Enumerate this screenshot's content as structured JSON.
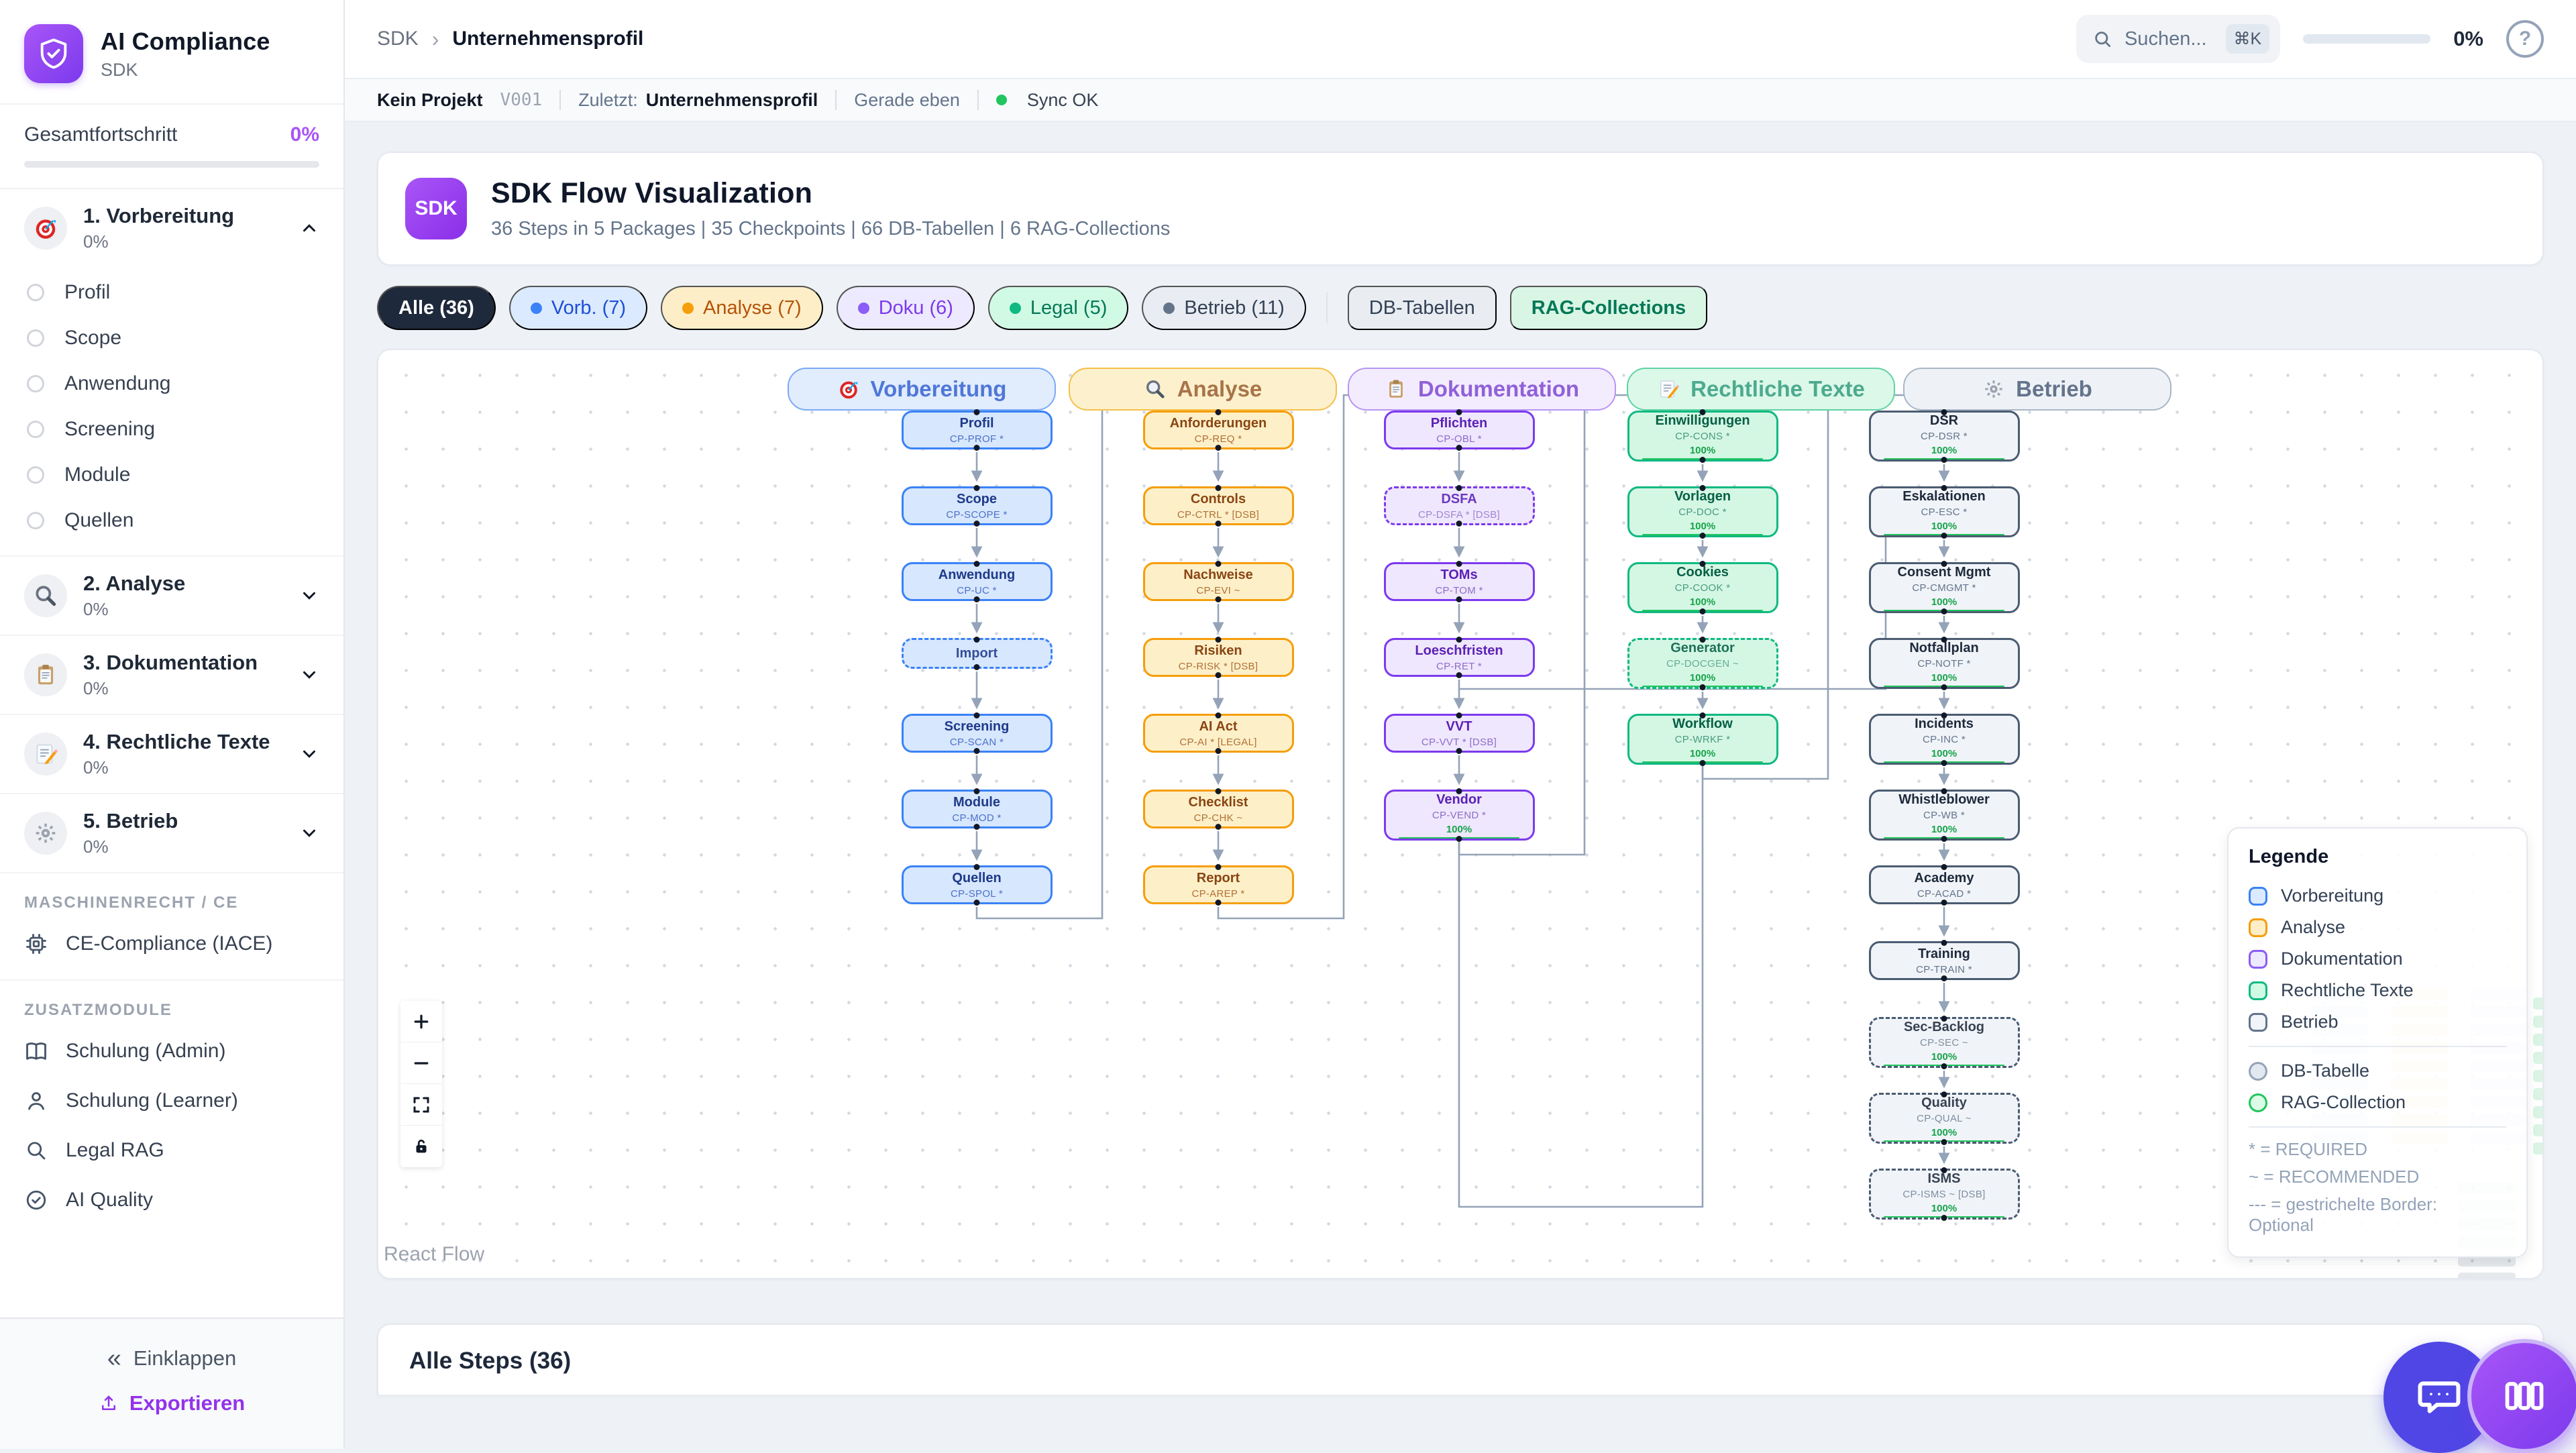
{
  "sidebar": {
    "app_title": "AI Compliance",
    "app_subtitle": "SDK",
    "progress_label": "Gesamtfortschritt",
    "progress_value": "0%",
    "packages": [
      {
        "label": "1. Vorbereitung",
        "percent": "0%",
        "icon": "target-icon",
        "expanded": true,
        "children": [
          "Profil",
          "Scope",
          "Anwendung",
          "Screening",
          "Module",
          "Quellen"
        ]
      },
      {
        "label": "2. Analyse",
        "percent": "0%",
        "icon": "search-icon",
        "expanded": false,
        "children": []
      },
      {
        "label": "3. Dokumentation",
        "percent": "0%",
        "icon": "clipboard-icon",
        "expanded": false,
        "children": []
      },
      {
        "label": "4. Rechtliche Texte",
        "percent": "0%",
        "icon": "memo-icon",
        "expanded": false,
        "children": []
      },
      {
        "label": "5. Betrieb",
        "percent": "0%",
        "icon": "gear-icon",
        "expanded": false,
        "children": []
      }
    ],
    "section_machine": "MASCHINENRECHT / CE",
    "machine_items": [
      {
        "label": "CE-Compliance (IACE)",
        "icon": "chip-icon"
      }
    ],
    "section_addons": "ZUSATZMODULE",
    "addon_items": [
      {
        "label": "Schulung (Admin)",
        "icon": "book-icon"
      },
      {
        "label": "Schulung (Learner)",
        "icon": "user-icon"
      },
      {
        "label": "Legal RAG",
        "icon": "search-outline-icon"
      },
      {
        "label": "AI Quality",
        "icon": "check-circle-icon"
      }
    ],
    "collapse_label": "Einklappen",
    "export_label": "Exportieren"
  },
  "topbar": {
    "breadcrumb_root": "SDK",
    "breadcrumb_current": "Unternehmensprofil",
    "search_placeholder": "Suchen...",
    "search_kbd": "⌘K",
    "progress_value": "0%"
  },
  "statusbar": {
    "project": "Kein Projekt",
    "version": "V001",
    "last_label": "Zuletzt:",
    "last_value": "Unternehmensprofil",
    "time": "Gerade eben",
    "sync": "Sync OK"
  },
  "header_card": {
    "badge": "SDK",
    "title": "SDK Flow Visualization",
    "subtitle": "36 Steps in 5 Packages | 35 Checkpoints | 66 DB-Tabellen | 6 RAG-Collections"
  },
  "filters": [
    {
      "label": "Alle (36)",
      "style": "all",
      "dot": null
    },
    {
      "label": "Vorb. (7)",
      "style": "vorb",
      "dot": "#3b82f6"
    },
    {
      "label": "Analyse (7)",
      "style": "analyse",
      "dot": "#f59e0b"
    },
    {
      "label": "Doku (6)",
      "style": "doku",
      "dot": "#8b5cf6"
    },
    {
      "label": "Legal (5)",
      "style": "legal",
      "dot": "#10b981"
    },
    {
      "label": "Betrieb (11)",
      "style": "betrieb",
      "dot": "#64748b"
    },
    {
      "label": "DB-Tabellen",
      "style": "db",
      "dot": null,
      "divider_before": true
    },
    {
      "label": "RAG-Collections",
      "style": "rag",
      "dot": null
    }
  ],
  "flow": {
    "columns": [
      {
        "label": "Vorbereitung",
        "icon": "target-icon",
        "color": "vorb",
        "nodes": [
          {
            "title": "Profil",
            "code": "CP-PROF *"
          },
          {
            "title": "Scope",
            "code": "CP-SCOPE *"
          },
          {
            "title": "Anwendung",
            "code": "CP-UC *"
          },
          {
            "title": "Import",
            "code": "",
            "dashed": true
          },
          {
            "title": "Screening",
            "code": "CP-SCAN *"
          },
          {
            "title": "Module",
            "code": "CP-MOD *"
          },
          {
            "title": "Quellen",
            "code": "CP-SPOL *"
          }
        ]
      },
      {
        "label": "Analyse",
        "icon": "search-icon",
        "color": "analyse",
        "nodes": [
          {
            "title": "Anforderungen",
            "code": "CP-REQ *"
          },
          {
            "title": "Controls",
            "code": "CP-CTRL * [DSB]"
          },
          {
            "title": "Nachweise",
            "code": "CP-EVI ~"
          },
          {
            "title": "Risiken",
            "code": "CP-RISK * [DSB]"
          },
          {
            "title": "AI Act",
            "code": "CP-AI * [LEGAL]"
          },
          {
            "title": "Checklist",
            "code": "CP-CHK ~"
          },
          {
            "title": "Report",
            "code": "CP-AREP *"
          }
        ]
      },
      {
        "label": "Dokumentation",
        "icon": "clipboard-icon",
        "color": "doku",
        "nodes": [
          {
            "title": "Pflichten",
            "code": "CP-OBL *"
          },
          {
            "title": "DSFA",
            "code": "CP-DSFA * [DSB]",
            "dashed": true
          },
          {
            "title": "TOMs",
            "code": "CP-TOM *"
          },
          {
            "title": "Loeschfristen",
            "code": "CP-RET *"
          },
          {
            "title": "VVT",
            "code": "CP-VVT * [DSB]"
          },
          {
            "title": "Vendor",
            "code": "CP-VEND *",
            "progress": "100%"
          }
        ]
      },
      {
        "label": "Rechtliche Texte",
        "icon": "memo-icon",
        "color": "legal",
        "nodes": [
          {
            "title": "Einwilligungen",
            "code": "CP-CONS *",
            "progress": "100%"
          },
          {
            "title": "Vorlagen",
            "code": "CP-DOC *",
            "progress": "100%"
          },
          {
            "title": "Cookies",
            "code": "CP-COOK *",
            "progress": "100%"
          },
          {
            "title": "Generator",
            "code": "CP-DOCGEN ~",
            "progress": "100%",
            "dashed": true
          },
          {
            "title": "Workflow",
            "code": "CP-WRKF *",
            "progress": "100%"
          }
        ]
      },
      {
        "label": "Betrieb",
        "icon": "gear-icon",
        "color": "betrieb",
        "nodes": [
          {
            "title": "DSR",
            "code": "CP-DSR *",
            "progress": "100%"
          },
          {
            "title": "Eskalationen",
            "code": "CP-ESC *",
            "progress": "100%"
          },
          {
            "title": "Consent Mgmt",
            "code": "CP-CMGMT *",
            "progress": "100%"
          },
          {
            "title": "Notfallplan",
            "code": "CP-NOTF *",
            "progress": "100%"
          },
          {
            "title": "Incidents",
            "code": "CP-INC *",
            "progress": "100%"
          },
          {
            "title": "Whistleblower",
            "code": "CP-WB *",
            "progress": "100%"
          },
          {
            "title": "Academy",
            "code": "CP-ACAD *"
          },
          {
            "title": "Training",
            "code": "CP-TRAIN *"
          },
          {
            "title": "Sec-Backlog",
            "code": "CP-SEC ~",
            "progress": "100%",
            "dashed": true
          },
          {
            "title": "Quality",
            "code": "CP-QUAL ~",
            "progress": "100%",
            "dashed": true
          },
          {
            "title": "ISMS",
            "code": "CP-ISMS ~ [DSB]",
            "progress": "100%",
            "dashed": true
          }
        ]
      }
    ],
    "cross_edges": [
      {
        "from_col": 0,
        "from_node": 6,
        "to_col": 1,
        "to_node": 0
      },
      {
        "from_col": 1,
        "from_node": 6,
        "to_col": 2,
        "to_node": 0
      },
      {
        "from_col": 2,
        "from_node": 5,
        "to_col": 3,
        "to_node": 0
      },
      {
        "from_col": 3,
        "from_node": 4,
        "to_col": 4,
        "to_node": 0
      }
    ],
    "legend": {
      "title": "Legende",
      "items": [
        {
          "label": "Vorbereitung",
          "fill": "#dbeafe",
          "border": "#3b82f6"
        },
        {
          "label": "Analyse",
          "fill": "#fdeec7",
          "border": "#f59e0b"
        },
        {
          "label": "Dokumentation",
          "fill": "#ede9fe",
          "border": "#8b5cf6"
        },
        {
          "label": "Rechtliche Texte",
          "fill": "#d1fae5",
          "border": "#10b981"
        },
        {
          "label": "Betrieb",
          "fill": "#f1f5f9",
          "border": "#64748b"
        }
      ],
      "db_item": "DB-Tabelle",
      "db_fill": "#e2e8f0",
      "db_border": "#94a3b8",
      "rag_item": "RAG-Collection",
      "rag_fill": "#dcfce7",
      "rag_border": "#22c55e",
      "notes": [
        "* = REQUIRED",
        "~ = RECOMMENDED",
        "--- = gestrichelte Border: Optional"
      ]
    },
    "controls": [
      "zoom-in",
      "zoom-out",
      "fit-view",
      "lock-open"
    ],
    "attribution": "React Flow"
  },
  "bottom_card": {
    "heading": "Alle Steps (36)"
  },
  "colors": {
    "accent_purple": "#8b5cf6",
    "progress_green": "#22c55e",
    "sync_green": "#22c55e",
    "edge_gray": "#94a3b8"
  }
}
